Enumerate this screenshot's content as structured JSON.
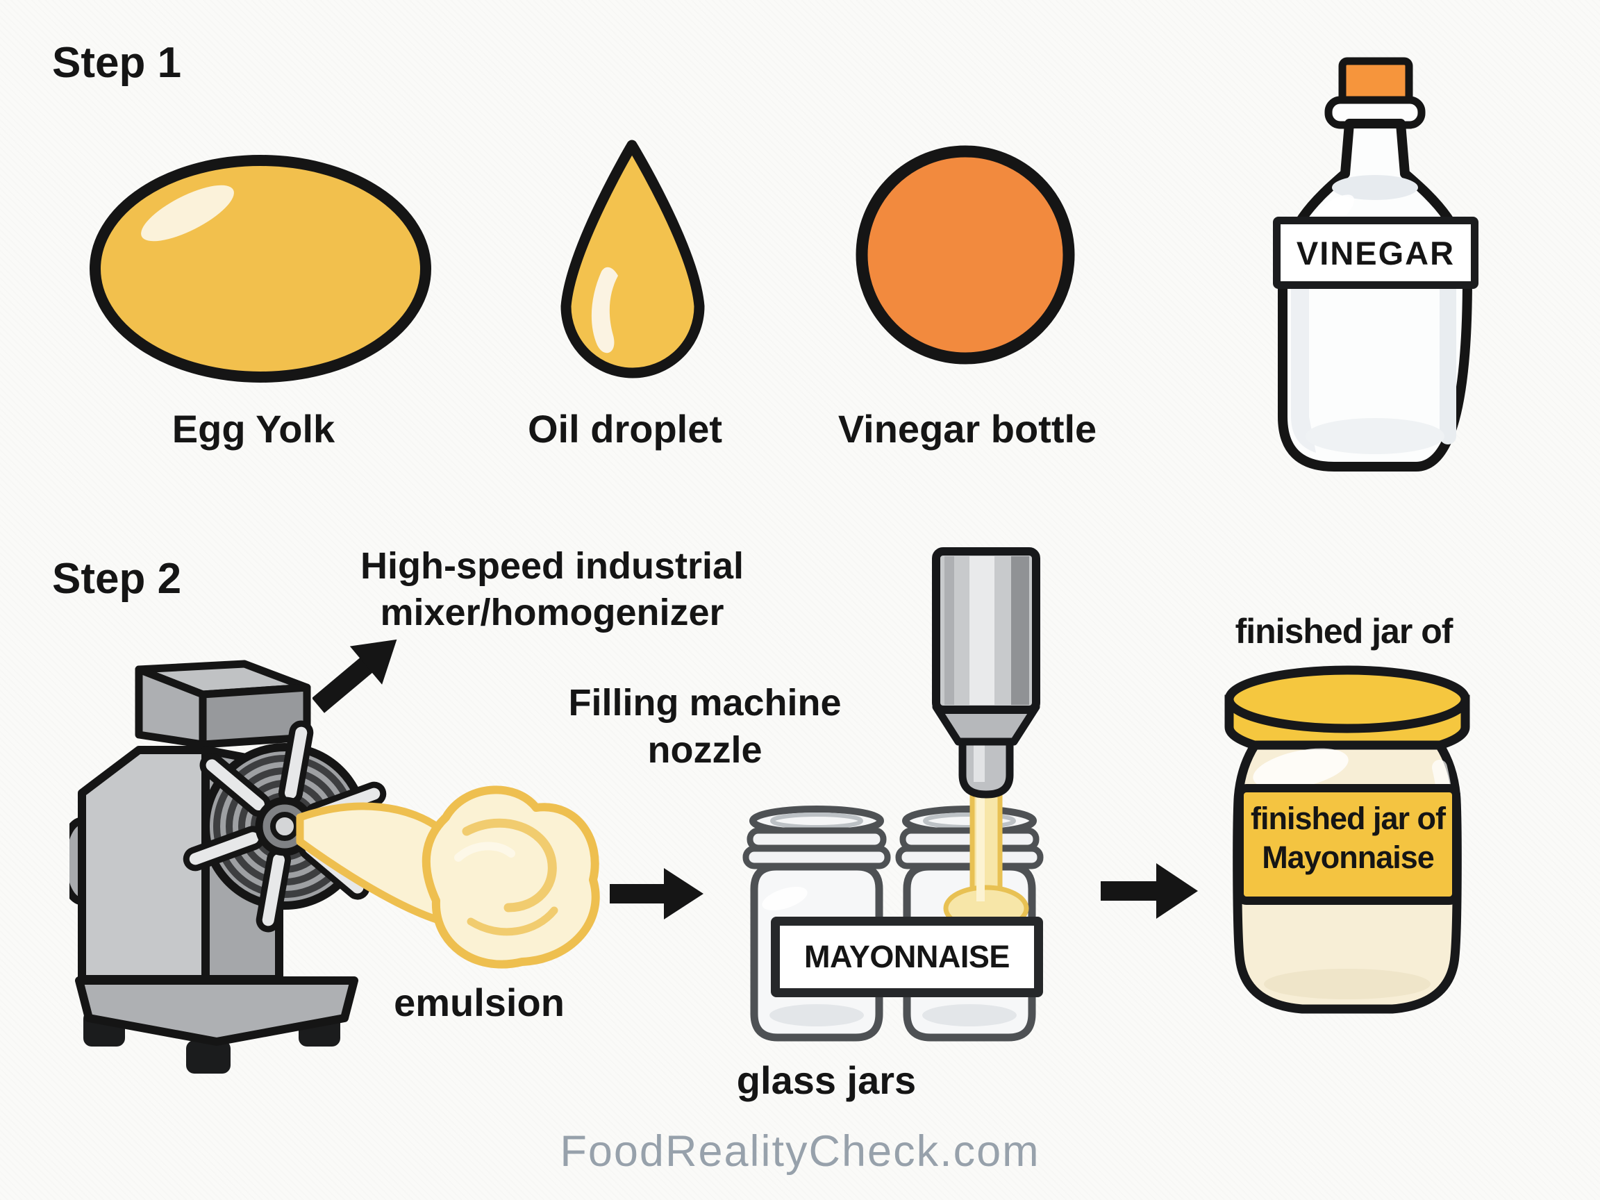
{
  "step1": {
    "title": "Step 1",
    "egg_yolk_label": "Egg Yolk",
    "oil_droplet_label": "Oil droplet",
    "vinegar_bottle_label": "Vinegar bottle",
    "vinegar_band_text": "VINEGAR"
  },
  "step2": {
    "title": "Step 2",
    "mixer_caption_line1": "High-speed industrial",
    "mixer_caption_line2": "mixer/homogenizer",
    "emulsion_label": "emulsion",
    "filling_caption_line1": "Filling machine",
    "filling_caption_line2": "nozzle",
    "mayonnaise_band_text": "MAYONNAISE",
    "glass_jars_label": "glass jars",
    "finished_caption": "finished jar of",
    "finished_label_line1": "finished jar of",
    "finished_label_line2": "Mayonnaise"
  },
  "footer": {
    "site": "FoodRealityCheck.com"
  },
  "colors": {
    "background": "#FAFAF8",
    "ink_outline": "#151515",
    "yolk_yellow": "#F2C04D",
    "vinegar_orange": "#F28A3E",
    "cap_orange": "#F6953C",
    "lid_yellow": "#F5C73F",
    "jar_label_yellow": "#F4C441",
    "jar_cream": "#F7EED6",
    "emulsion_cream": "#FBF2D4",
    "emulsion_gold": "#EEBF4F",
    "stream_yellow": "#F7E6A8",
    "machine_gray": "#C6C8CA",
    "glass_outline_gray": "#4E5154",
    "footer_gray": "#97A1AB"
  }
}
